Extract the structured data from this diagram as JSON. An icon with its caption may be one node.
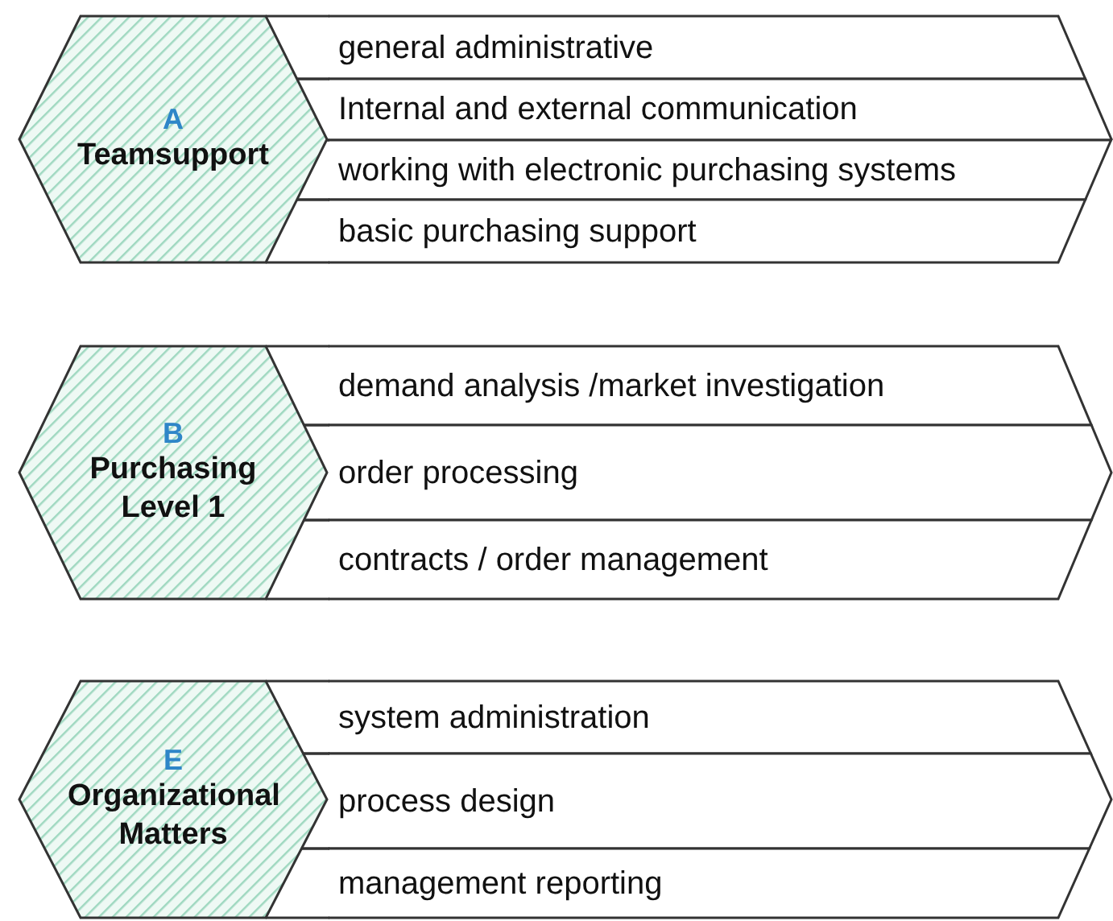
{
  "diagram": {
    "nodes": [
      {
        "text": [
          "A",
          "Teamsupport"
        ]
      },
      {
        "text": [
          "general administrative"
        ]
      },
      {
        "text": [
          "Internal and external communication"
        ]
      },
      {
        "text": [
          "working with electronic purchasing systems"
        ]
      },
      {
        "text": [
          "basic purchasing support"
        ]
      },
      {
        "text": [
          "B",
          "Purchasing Level 1"
        ]
      },
      {
        "text": [
          "demand analysis /market investigation"
        ]
      },
      {
        "text": [
          "order processing"
        ]
      },
      {
        "text": [
          "contracts / order management"
        ]
      },
      {
        "text": [
          "E",
          "Organizational Matters"
        ]
      },
      {
        "text": [
          "system administration"
        ]
      },
      {
        "text": [
          "process design"
        ]
      },
      {
        "text": [
          "management reporting"
        ]
      }
    ],
    "edges": []
  }
}
